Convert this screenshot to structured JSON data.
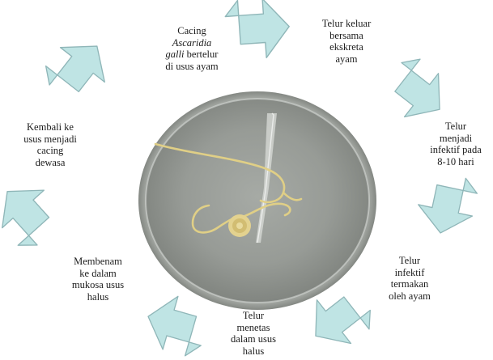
{
  "diagram": {
    "colors": {
      "arrow_fill": "#bfe4e4",
      "arrow_stroke": "#8fb6b8",
      "dish_rim": "#c9ccc8",
      "dish_inner": "#8e938e",
      "worm": "#e0cf86"
    },
    "icons": [
      "petri-dish-photo"
    ],
    "steps": [
      {
        "id": "step1",
        "lines": [
          "Cacing",
          "Ascaridia",
          "galli bertelur",
          "di usus ayam"
        ]
      },
      {
        "id": "step2",
        "lines": [
          "Telur keluar",
          "bersama",
          "ekskreta",
          "ayam"
        ]
      },
      {
        "id": "step3",
        "lines": [
          "Telur",
          "menjadi",
          "infektif pada",
          "8-10 hari"
        ]
      },
      {
        "id": "step4",
        "lines": [
          "Telur",
          "infektif",
          "termakan",
          "oleh ayam"
        ]
      },
      {
        "id": "step5",
        "lines": [
          "Telur",
          "menetas",
          "dalam usus",
          "halus"
        ]
      },
      {
        "id": "step6",
        "lines": [
          "Membenam",
          "ke dalam",
          "mukosa usus",
          "halus"
        ]
      },
      {
        "id": "step7",
        "lines": [
          "Kembali ke",
          "usus menjadi",
          "cacing",
          "dewasa"
        ]
      }
    ]
  }
}
